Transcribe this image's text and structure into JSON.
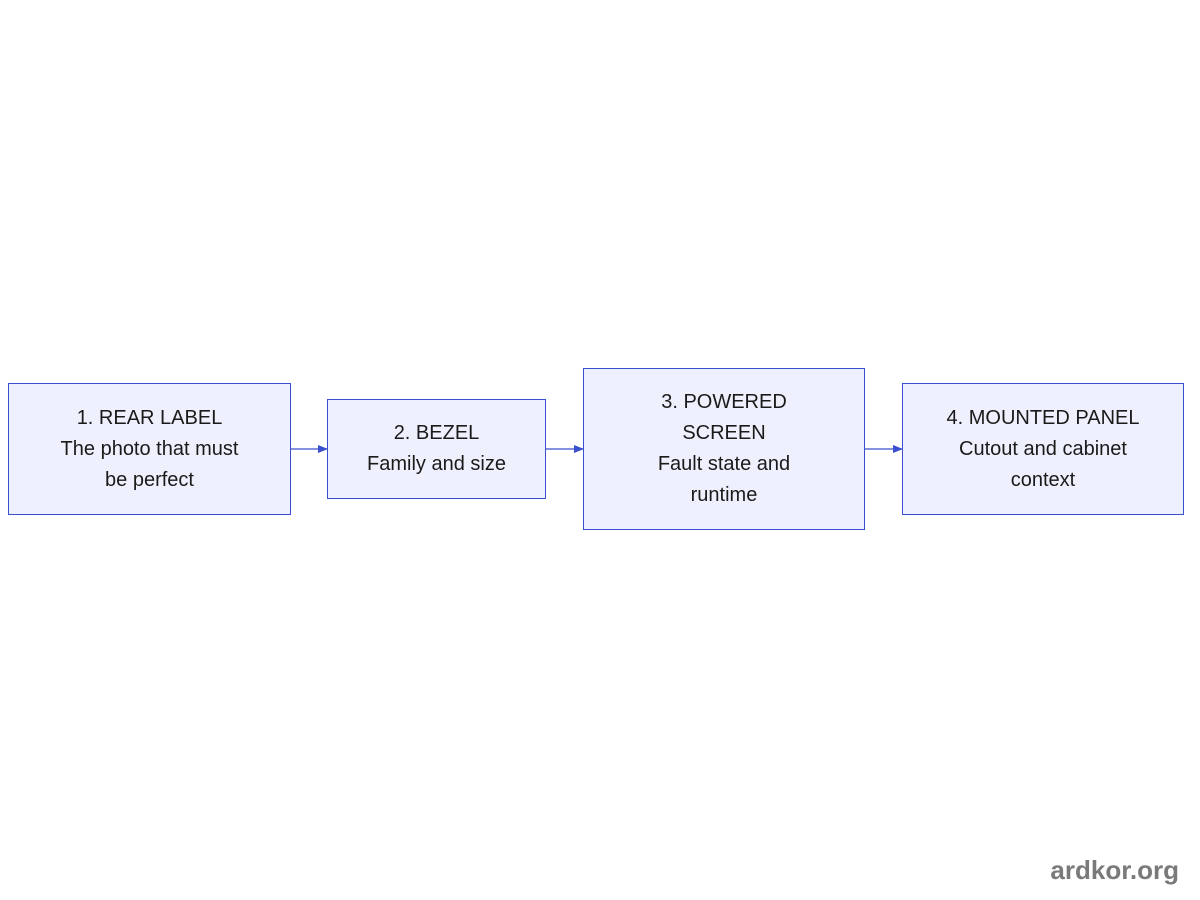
{
  "nodes": [
    {
      "lines": [
        "1. REAR LABEL",
        "The photo that must",
        "be perfect"
      ]
    },
    {
      "lines": [
        "2. BEZEL",
        "Family and size"
      ]
    },
    {
      "lines": [
        "3. POWERED",
        "SCREEN",
        "Fault state and",
        "runtime"
      ]
    },
    {
      "lines": [
        "4. MOUNTED PANEL",
        "Cutout and cabinet",
        "context"
      ]
    }
  ],
  "watermark": "ardkor.org",
  "colors": {
    "node_fill": "#eef1fd",
    "node_border": "#3a4fcf",
    "arrow": "#3a4fcf",
    "text": "#1a1a1a",
    "watermark": "#7a7a7a"
  }
}
